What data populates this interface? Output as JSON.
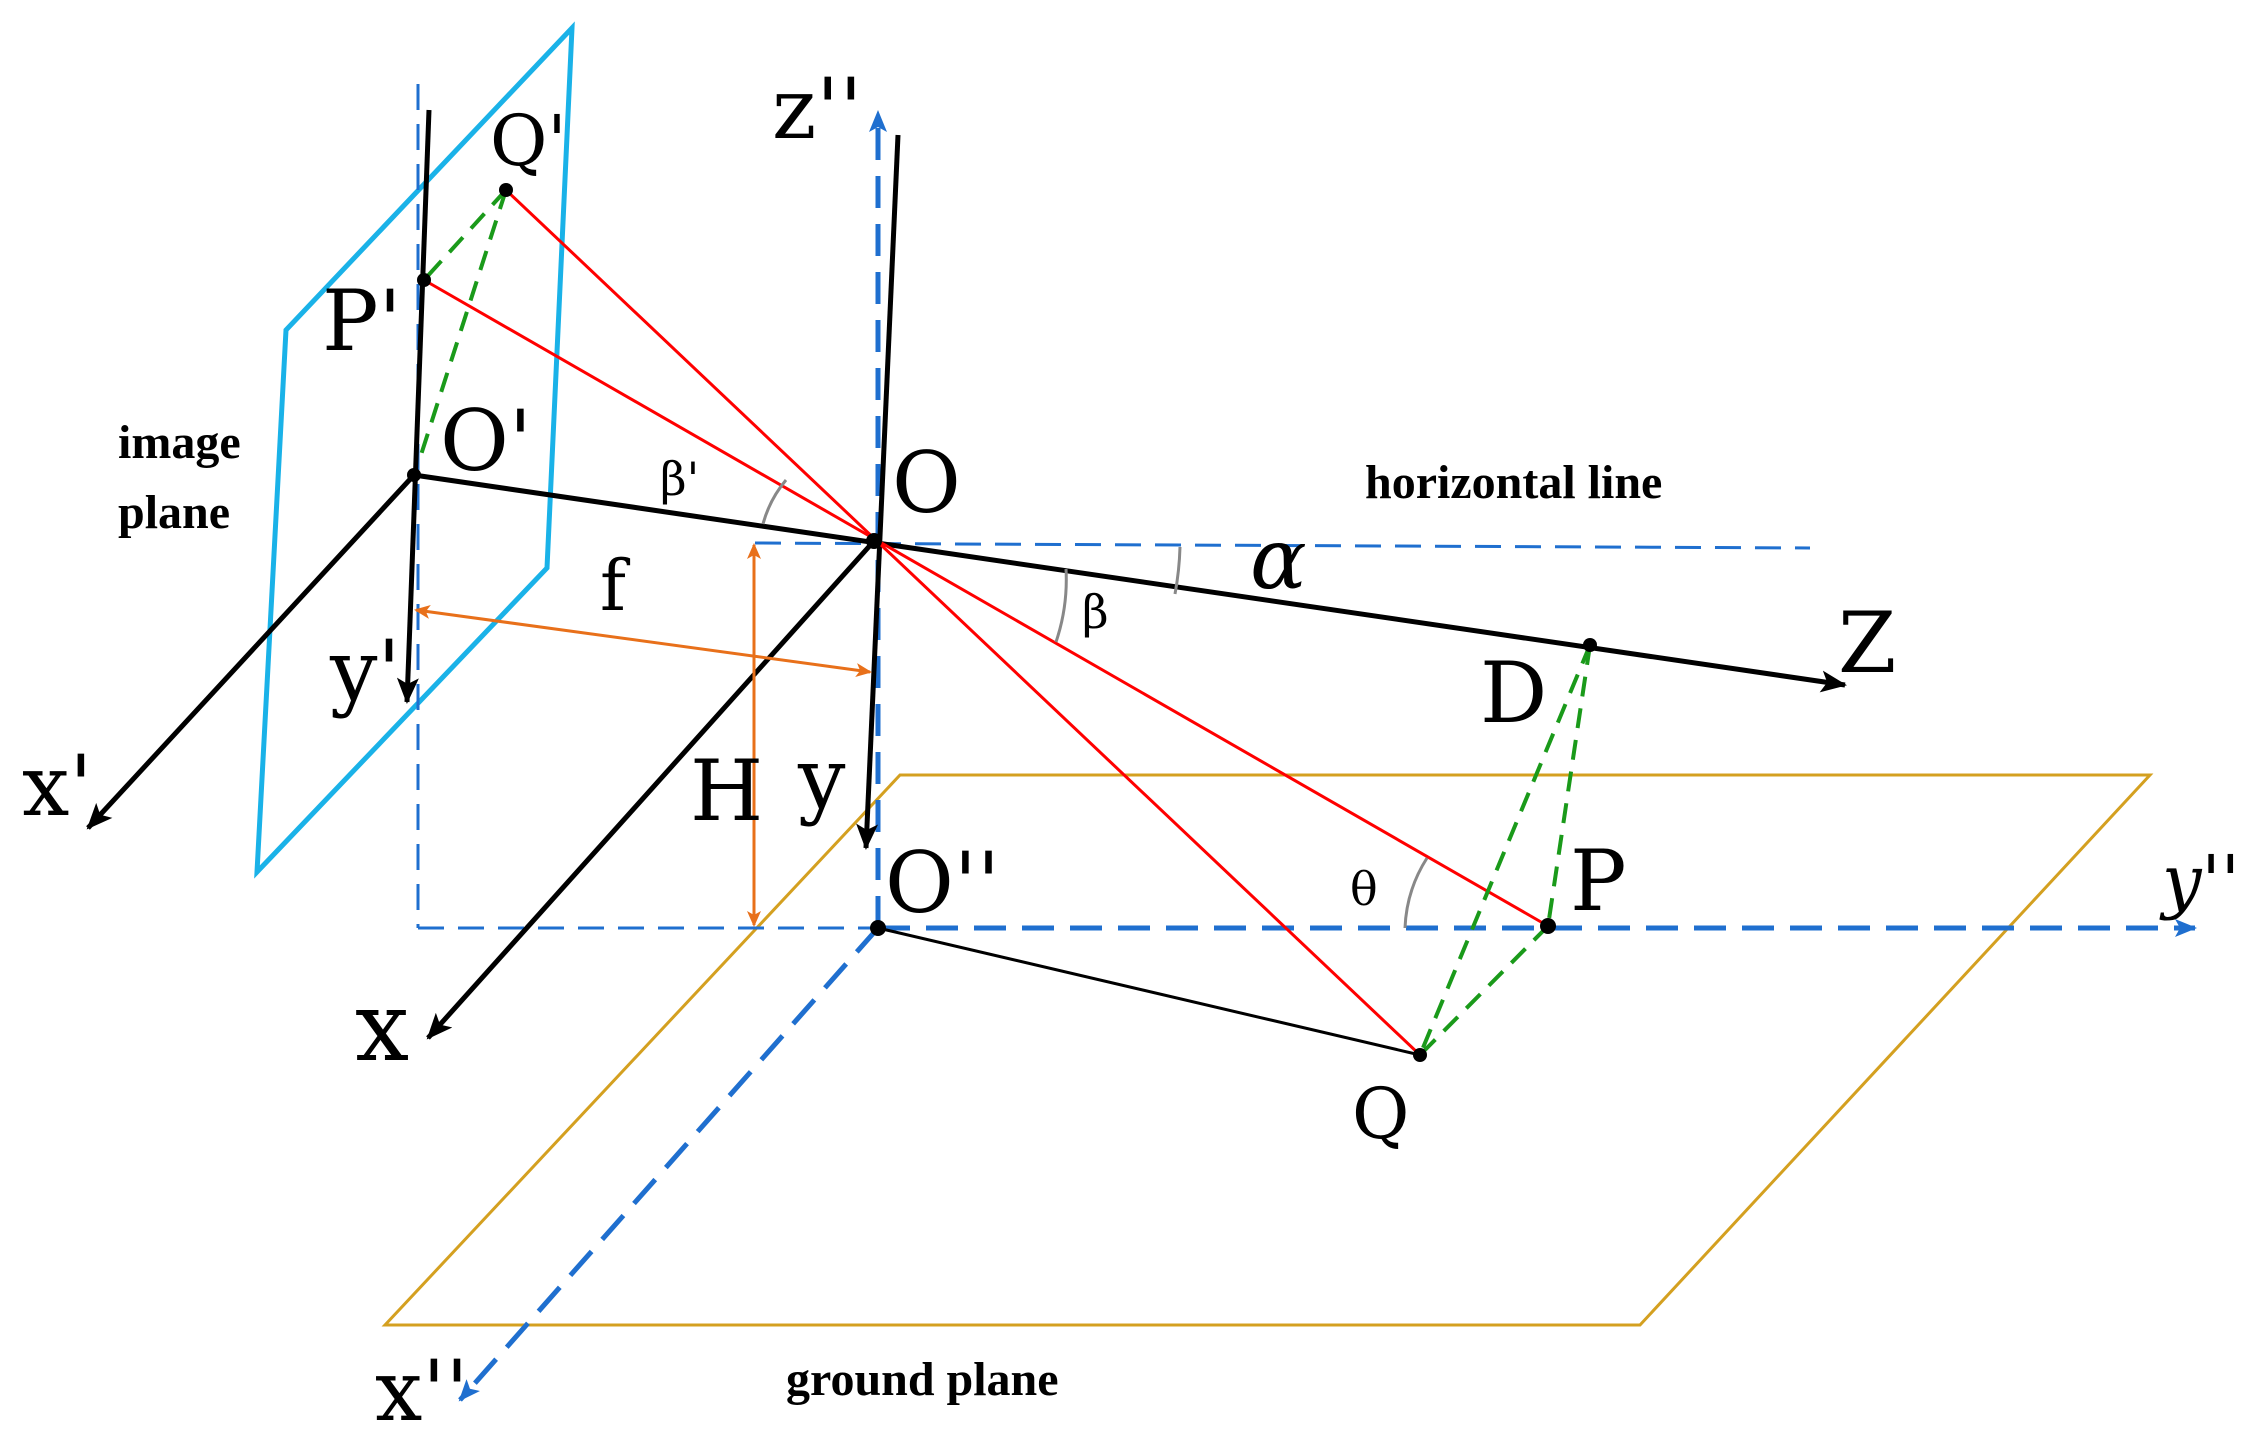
{
  "labels": {
    "z_dd": "z''",
    "q_prime": "Q'",
    "p_prime": "P'",
    "o_prime": "O'",
    "image_plane_1": "image",
    "image_plane_2": "plane",
    "beta_prime": "β'",
    "o": "O",
    "horizontal_line": "horizontal line",
    "alpha": "α",
    "beta": "β",
    "f": "f",
    "z": "Z",
    "d": "D",
    "y_prime": "y'",
    "x_prime": "x'",
    "h": "H",
    "y": "y",
    "o_dd": "O''",
    "theta": "θ",
    "p": "P",
    "y_dd": "y''",
    "x": "x",
    "q": "Q",
    "x_dd": "x''",
    "ground_plane": "ground plane"
  },
  "colors": {
    "axis": "#000000",
    "projection_rays": "#ff0000",
    "dashed_guides": "#1f6fcf",
    "green_dashed": "#1a9a1a",
    "image_plane": "#1ab2e8",
    "ground_plane": "#d4a020",
    "dimension": "#e8701a",
    "angle_arc": "#888888"
  }
}
